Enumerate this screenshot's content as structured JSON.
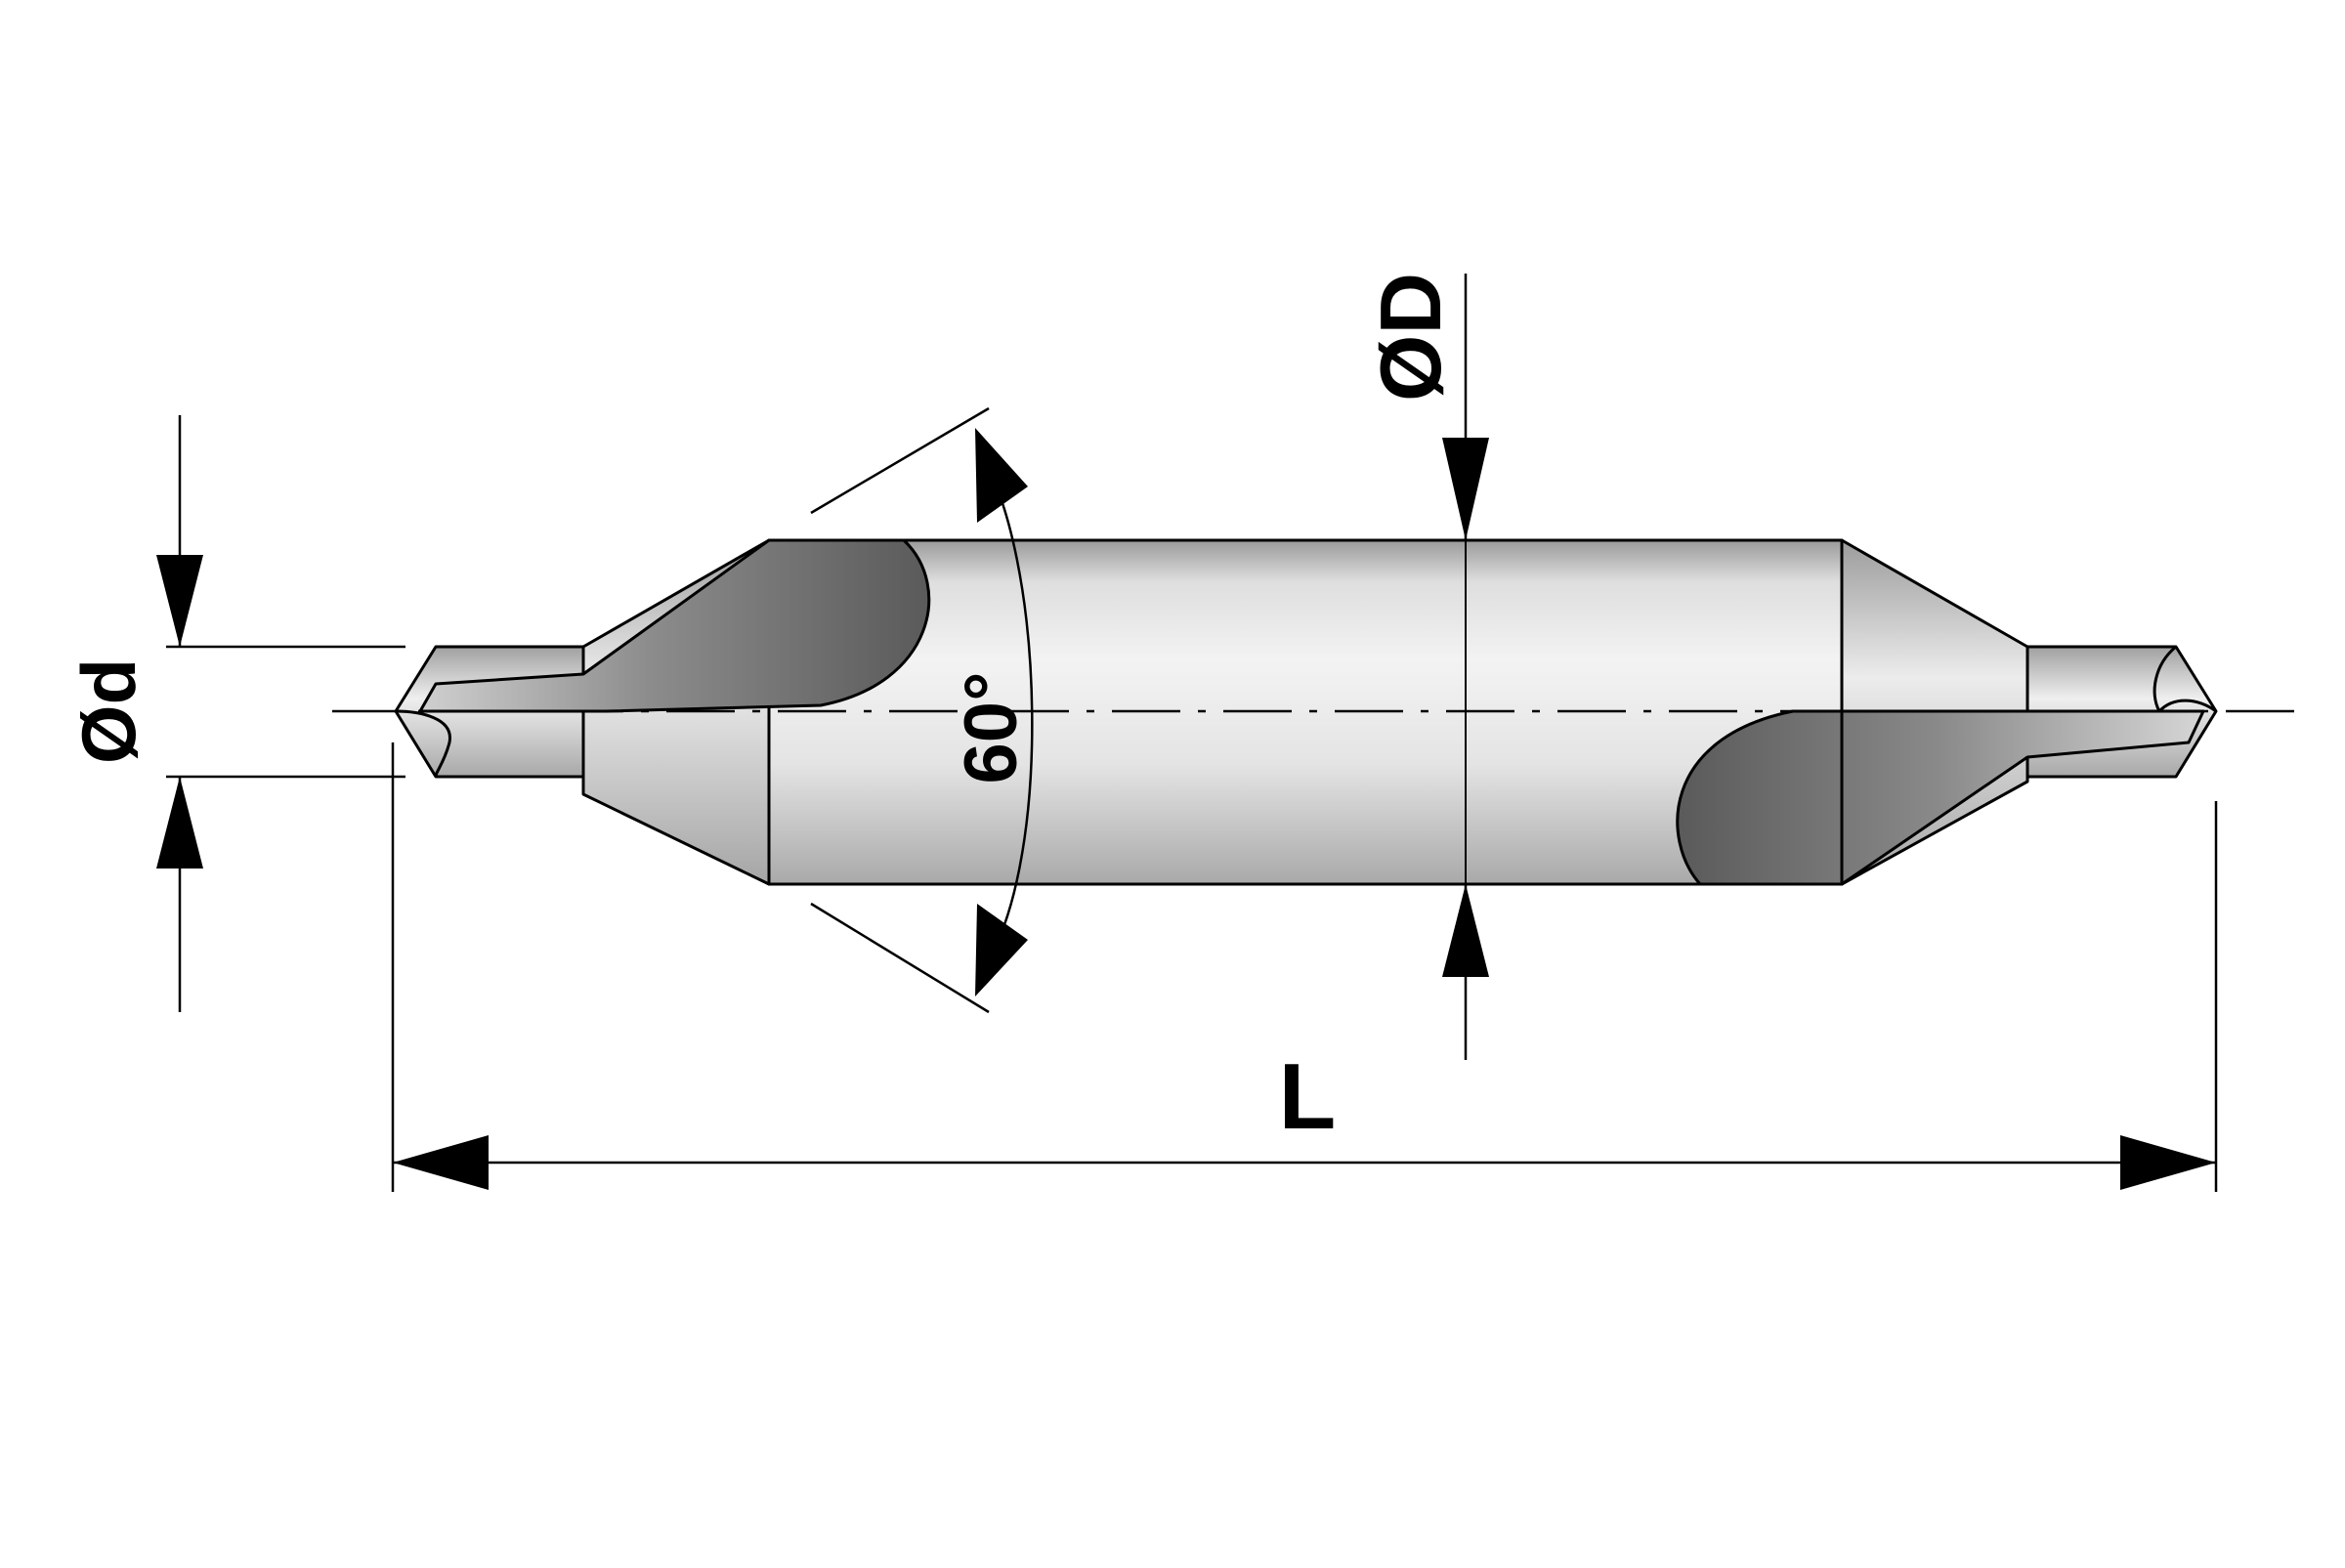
{
  "diagram": {
    "labels": {
      "small_diameter": "Ød",
      "large_diameter": "ØD",
      "angle": "60°",
      "length": "L"
    },
    "colors": {
      "stroke": "#000000",
      "metal_light": "#f0f0f0",
      "metal_mid": "#c8c8c8",
      "metal_dark": "#555555",
      "background": "#ffffff"
    }
  }
}
